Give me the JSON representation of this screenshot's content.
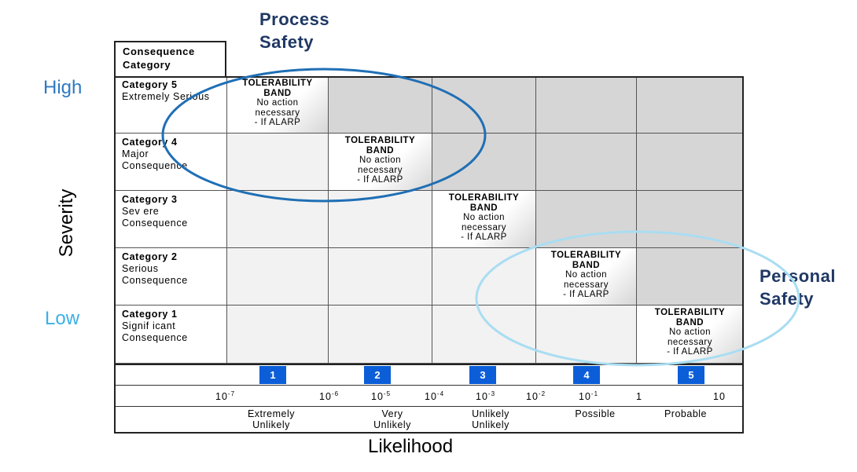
{
  "titles": {
    "process_line1": "Process",
    "process_line2": "Safety",
    "personal_line1": "Personal",
    "personal_line2": "Safety"
  },
  "severity_axis": {
    "label": "Severity",
    "high": "High",
    "low": "Low"
  },
  "likelihood_axis": {
    "label": "Likelihood"
  },
  "header": {
    "line1": "Consequence",
    "line2": "Category"
  },
  "categories": [
    {
      "name": "Category 5",
      "desc1": "Extremely Serious",
      "desc2": ""
    },
    {
      "name": "Category 4",
      "desc1": "Major",
      "desc2": "Consequence"
    },
    {
      "name": "Category 3",
      "desc1": "Sev ere",
      "desc2": "Consequence"
    },
    {
      "name": "Category 2",
      "desc1": "Serious",
      "desc2": "Consequence"
    },
    {
      "name": "Category 1",
      "desc1": "Signif icant",
      "desc2": "Consequence"
    }
  ],
  "band": {
    "title1": "TOLERABILITY",
    "title2": "BAND",
    "line1": "No action",
    "line2": "necessary",
    "line3": "- If ALARP"
  },
  "markers": [
    "1",
    "2",
    "3",
    "4",
    "5"
  ],
  "ticks": [
    {
      "base": "10",
      "exp": "-7"
    },
    {
      "base": "10",
      "exp": "-6"
    },
    {
      "base": "10",
      "exp": "-5"
    },
    {
      "base": "10",
      "exp": "-4"
    },
    {
      "base": "10",
      "exp": "-3"
    },
    {
      "base": "10",
      "exp": "-2"
    },
    {
      "base": "10",
      "exp": "-1"
    },
    {
      "base": "1",
      "exp": ""
    },
    {
      "base": "10",
      "exp": ""
    }
  ],
  "likelihood_labels": [
    {
      "l1": "Extremely",
      "l2": "Unlikely"
    },
    {
      "l1": "Very",
      "l2": "Unlikely"
    },
    {
      "l1": "Unlikely",
      "l2": "Unlikely"
    },
    {
      "l1": "Possible",
      "l2": ""
    },
    {
      "l1": "Probable",
      "l2": ""
    }
  ],
  "colors": {
    "title": "#1f3864",
    "high": "#2e79c4",
    "low": "#3ab0e6",
    "marker": "#0b5ed7",
    "process_ellipse": "#1f6fb5",
    "personal_ellipse": "#a9ddf2",
    "cell_light": "#f2f2f2",
    "cell_dark": "#d6d6d6"
  }
}
